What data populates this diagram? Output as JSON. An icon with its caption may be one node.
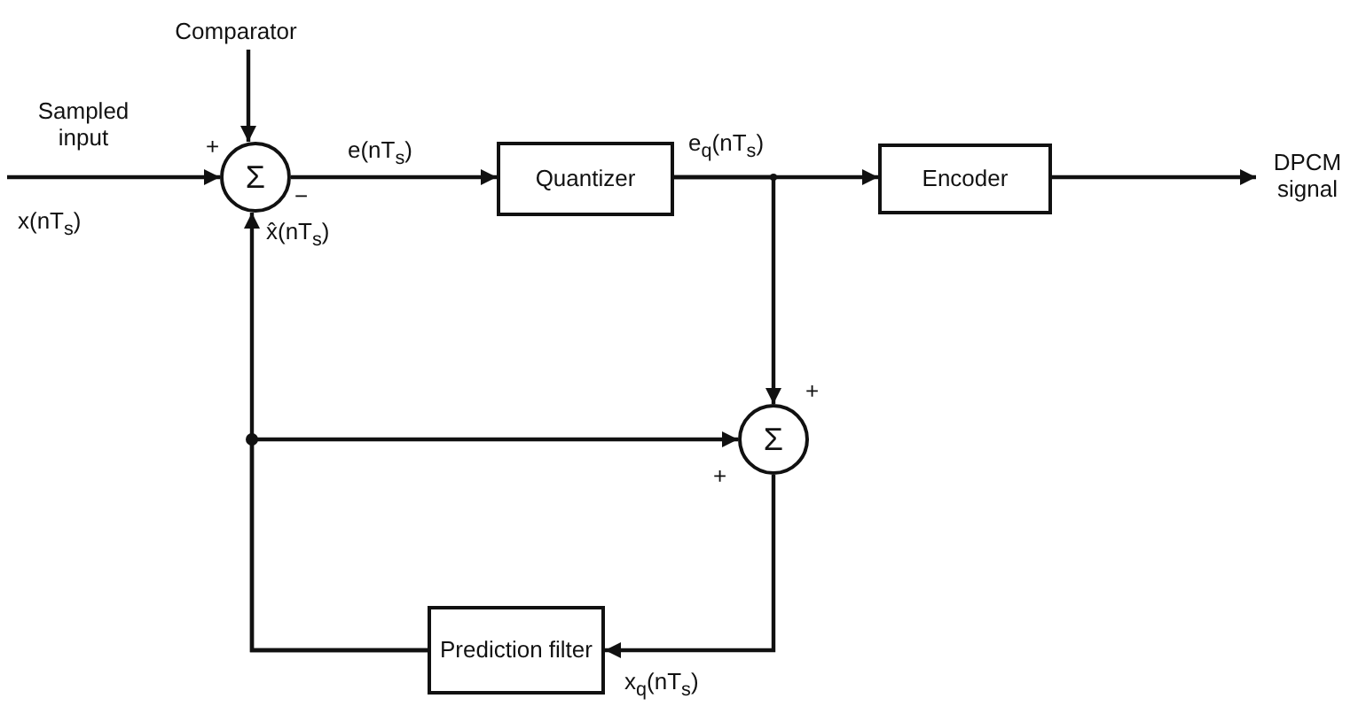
{
  "diagram": {
    "nodes": [
      {
        "text": [
          "Comparator"
        ]
      },
      {
        "text": [
          "Σ"
        ],
        "beside": [
          "+",
          "−"
        ]
      },
      {
        "text": [
          "Quantizer"
        ]
      },
      {
        "text": [
          "Encoder"
        ]
      },
      {
        "text": [
          "DPCM signal"
        ]
      },
      {
        "text": [
          "Σ"
        ],
        "beside": [
          "+",
          "+"
        ]
      },
      {
        "text": [
          "Prediction filter"
        ]
      }
    ],
    "edges": [
      {
        "from": 0,
        "to": 1,
        "arrow": "to"
      },
      {
        "from": null,
        "to": 1,
        "arrow": "to",
        "label": "x(nT$_{s}$)"
      },
      {
        "from": 1,
        "to": 2,
        "arrow": "to",
        "label": "e(nT$_{s}$)"
      },
      {
        "from": 2,
        "to": 3,
        "arrow": "to",
        "label": "e$_{q}$(nT$_{s}$)"
      },
      {
        "from": 3,
        "to": 4,
        "arrow": "to"
      },
      {
        "from": 2,
        "to": 5,
        "arrow": "to"
      },
      {
        "from": 6,
        "to": 1,
        "arrow": "to",
        "label": "x̂(nT$_{s}$)"
      },
      {
        "from": 6,
        "to": 5,
        "arrow": "to"
      },
      {
        "from": 5,
        "to": 6,
        "arrow": "to",
        "label": "x$_{q}$(nT$_{s}$)"
      }
    ],
    "labels": [
      "Sampled input"
    ]
  }
}
